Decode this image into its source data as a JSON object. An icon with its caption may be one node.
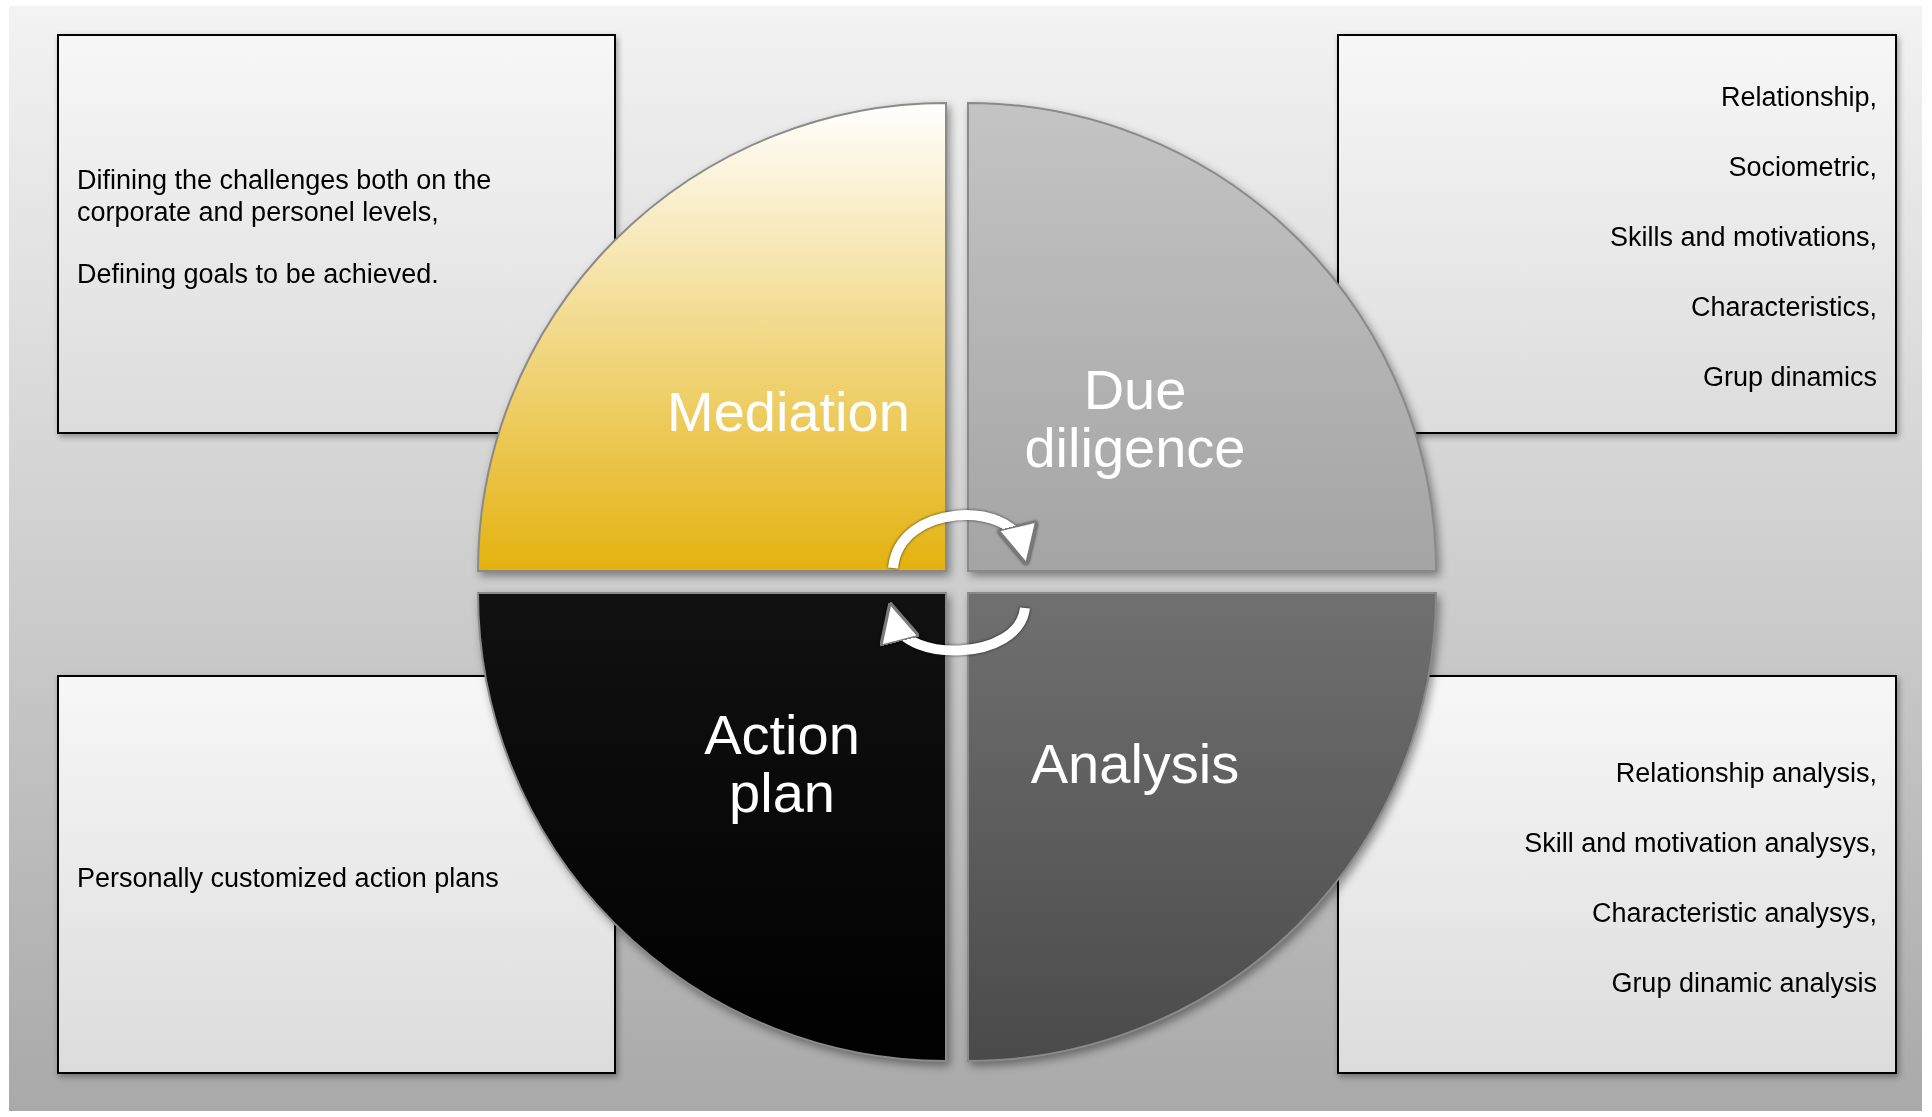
{
  "diagram": {
    "nodes": [
      {
        "text": [
          "Difining the challenges both on the corporate and personel levels,",
          "Defining goals to be achieved."
        ]
      },
      {
        "text": [
          "Relationship,",
          "Sociometric,",
          "Skills and motivations,",
          "Characteristics,",
          "Grup dinamics"
        ]
      },
      {
        "text": [
          "Mediation"
        ]
      },
      {
        "text": [
          "Due diligence"
        ]
      },
      {
        "text": [
          "Action plan"
        ]
      },
      {
        "text": [
          "Analysis"
        ]
      },
      {
        "text": [
          "Personally customized action plans"
        ]
      },
      {
        "text": [
          "Relationship analysis,",
          "Skill and motivation analysys,",
          "Characteristic analysys,",
          "Grup dinamic analysis"
        ]
      }
    ],
    "edges": [
      {
        "from": 2,
        "to": 3,
        "arrow": "to"
      },
      {
        "from": 5,
        "to": 4,
        "arrow": "to"
      }
    ]
  }
}
